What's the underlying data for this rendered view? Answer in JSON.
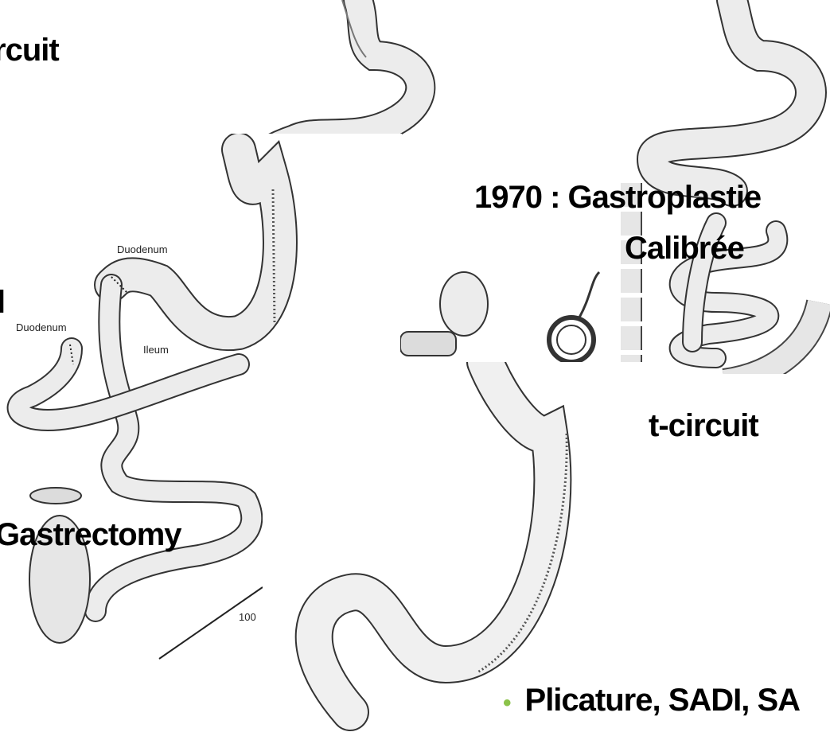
{
  "slide_labels": {
    "circuit_fragment": "rcuit",
    "gastroplastie_line1": "1970 : Gastroplastie",
    "gastroplastie_line2": "Calibrée",
    "short_circuit_fragment": "t-circuit",
    "gastrectomy_fragment": "Gastrectomy",
    "bullet_text": "Plicature, SADI, SA",
    "edge_fragment": "l"
  },
  "diagram_labels": {
    "duodenum_upper": "Duodenum",
    "duodenum_lower": "Duodenum",
    "ileum": "Ileum",
    "measure": "100"
  },
  "colors": {
    "bullet": "#8bc34a",
    "stroke": "#333333",
    "fill": "#e8e8e8"
  }
}
